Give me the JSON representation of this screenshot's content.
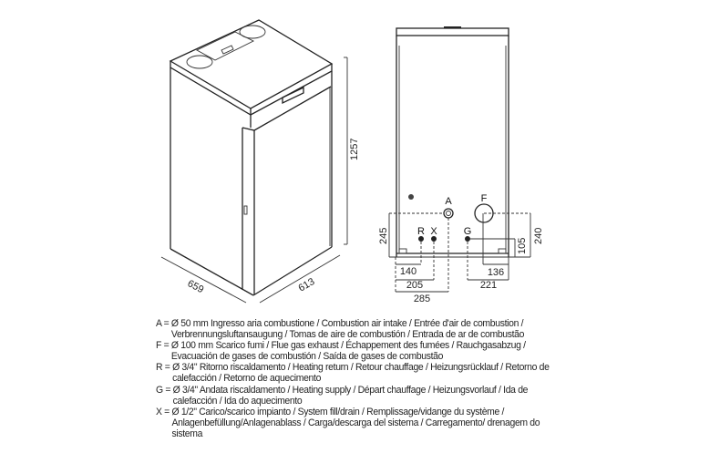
{
  "iso_view": {
    "dimensions": {
      "depth": "659",
      "width": "613",
      "height": "1257"
    }
  },
  "front_view": {
    "labels": {
      "A": "A",
      "F": "F",
      "R": "R",
      "X": "X",
      "G": "G"
    },
    "dimensions": {
      "d245": "245",
      "d240": "240",
      "d105": "105",
      "d140": "140",
      "d205": "205",
      "d285": "285",
      "d136": "136",
      "d221": "221"
    }
  },
  "legend": [
    {
      "key": "A = ",
      "text": "Ø 50 mm Ingresso aria combustione / Combustion air intake / Entrée d'air de combustion / Verbrennungsluftansaugung / Tomas de aire de combustión / Entrada de ar de combustão"
    },
    {
      "key": "F = ",
      "text": "Ø 100 mm Scarico fumi / Flue gas exhaust / Échappement des fumées / Rauchgasabzug / Evacuación de gases de combustión / Saída de gases de combustão"
    },
    {
      "key": "R = ",
      "text": "Ø 3/4\" Ritorno riscaldamento / Heating return / Retour chauffage / Heizungsrücklauf / Retorno de calefacción / Retorno de aquecimento"
    },
    {
      "key": "G = ",
      "text": "Ø 3/4\" Andata riscaldamento / Heating supply / Départ chauffage / Heizungsvorlauf / Ida de calefacción / Ida do aquecimento"
    },
    {
      "key": "X = ",
      "text": "Ø 1/2\" Carico/scarico impianto / System fill/drain / Remplissage/vidange du système / Anlagenbefüllung/Anlagenablass / Carga/descarga del sistema / Carregamento/ drenagem do sistema"
    }
  ]
}
